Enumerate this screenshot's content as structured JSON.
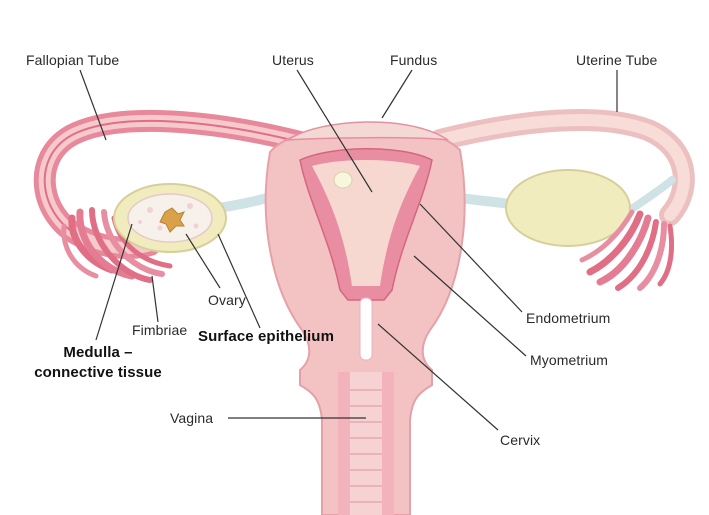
{
  "labels": {
    "fallopian_tube": "Fallopian Tube",
    "uterus": "Uterus",
    "fundus": "Fundus",
    "uterine_tube": "Uterine Tube",
    "ovary": "Ovary",
    "fimbriae": "Fimbriae",
    "surface_epithelium": "Surface epithelium",
    "medulla_line1": "Medulla –",
    "medulla_line2": "connective tissue",
    "endometrium": "Endometrium",
    "myometrium": "Myometrium",
    "vagina": "Vagina",
    "cervix": "Cervix"
  },
  "colors": {
    "tissue_pink": "#f2b3bd",
    "tissue_light": "#f7d6d3",
    "lining_red": "#e27d93",
    "ovary_yellow": "#f1ecbe",
    "ligament_blue": "#cfe2e6",
    "leader_line": "#333333"
  }
}
